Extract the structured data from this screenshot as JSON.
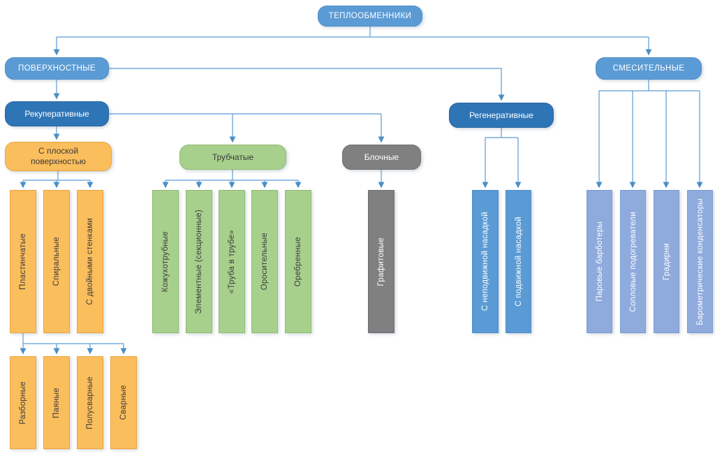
{
  "diagram_title": "ТЕПЛООБМЕННИКИ",
  "nodes": {
    "heat_exchangers": "ТЕПЛООБМЕННИКИ",
    "surface": "ПОВЕРХНОСТНЫЕ",
    "mixing": "СМЕСИТЕЛЬНЫЕ",
    "recuperative": "Рекуперативные",
    "regenerative": "Регенеративные",
    "flat_surface": "С плоской поверхностью",
    "tubular": "Трубчатые",
    "block": "Блочные",
    "plate": "Пластинчатые",
    "spiral": "Спиральные",
    "double_wall": "С двойными стенками",
    "shell_tube": "Кожухотрубные",
    "element_sectional": "Элементные (секционные)",
    "tube_in_tube": "«Труба в трубе»",
    "irrigation": "Оросительные",
    "finned": "Оребренные",
    "graphite": "Графитовые",
    "fixed_packing": "С неподвижной насадкой",
    "movable_packing": "С подвижной насадкой",
    "steam_bubblers": "Паровые барботеры",
    "nozzle_heaters": "Сопловые подогреватели",
    "cooling_towers": "Градирни",
    "barometric_condensers": "Барометрические конденсаторы",
    "collapsible": "Разборные",
    "brazed": "Паяные",
    "semi_welded": "Полусварные",
    "welded": "Сварные"
  },
  "hierarchy": {
    "ТЕПЛООБМЕННИКИ": [
      "ПОВЕРХНОСТНЫЕ",
      "СМЕСИТЕЛЬНЫЕ"
    ],
    "ПОВЕРХНОСТНЫЕ": [
      "Рекуперативные",
      "Регенеративные"
    ],
    "Рекуперативные": [
      "С плоской поверхностью",
      "Трубчатые",
      "Блочные"
    ],
    "С плоской поверхностью": [
      "Пластинчатые",
      "Спиральные",
      "С двойными стенками"
    ],
    "Пластинчатые": [
      "Разборные",
      "Паяные",
      "Полусварные",
      "Сварные"
    ],
    "Трубчатые": [
      "Кожухотрубные",
      "Элементные (секционные)",
      "«Труба в трубе»",
      "Оросительные",
      "Оребренные"
    ],
    "Блочные": [
      "Графитовые"
    ],
    "Регенеративные": [
      "С неподвижной насадкой",
      "С подвижной насадкой"
    ],
    "СМЕСИТЕЛЬНЫЕ": [
      "Паровые барботеры",
      "Сопловые подогреватели",
      "Градирни",
      "Барометрические конденсаторы"
    ]
  },
  "colors": {
    "blue": "#5B9BD5",
    "dark_blue": "#2E75B6",
    "orange": "#FBBE5C",
    "green": "#A8D08D",
    "gray": "#808080",
    "periwinkle": "#8FAADC",
    "connector": "#5B9BD5"
  }
}
